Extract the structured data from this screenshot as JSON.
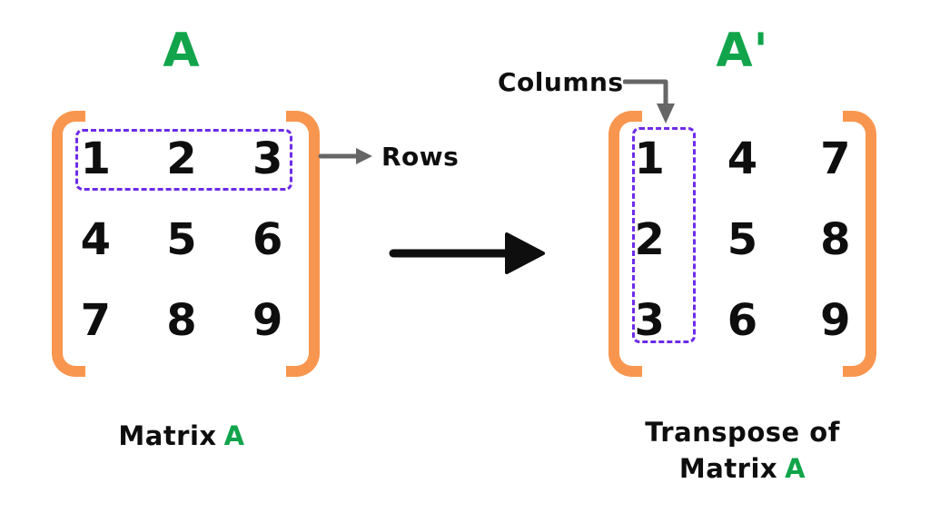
{
  "diagram": {
    "title_left": "A",
    "title_right": "A'",
    "labels": {
      "rows": "Rows",
      "columns": "Columns"
    },
    "caption_left": {
      "prefix": "Matrix",
      "var": "A"
    },
    "caption_right": {
      "line1": "Transpose of",
      "prefix": "Matrix",
      "var": "A"
    },
    "matrix_a": [
      [
        1,
        2,
        3
      ],
      [
        4,
        5,
        6
      ],
      [
        7,
        8,
        9
      ]
    ],
    "matrix_a_transpose": [
      [
        1,
        4,
        7
      ],
      [
        2,
        5,
        8
      ],
      [
        3,
        6,
        9
      ]
    ],
    "colors": {
      "accent_green": "#11A44B",
      "bracket_orange": "#F8964F",
      "highlight_purple": "#6D2BE8",
      "arrow_gray": "#666666",
      "text_black": "#0E0E0E"
    }
  }
}
